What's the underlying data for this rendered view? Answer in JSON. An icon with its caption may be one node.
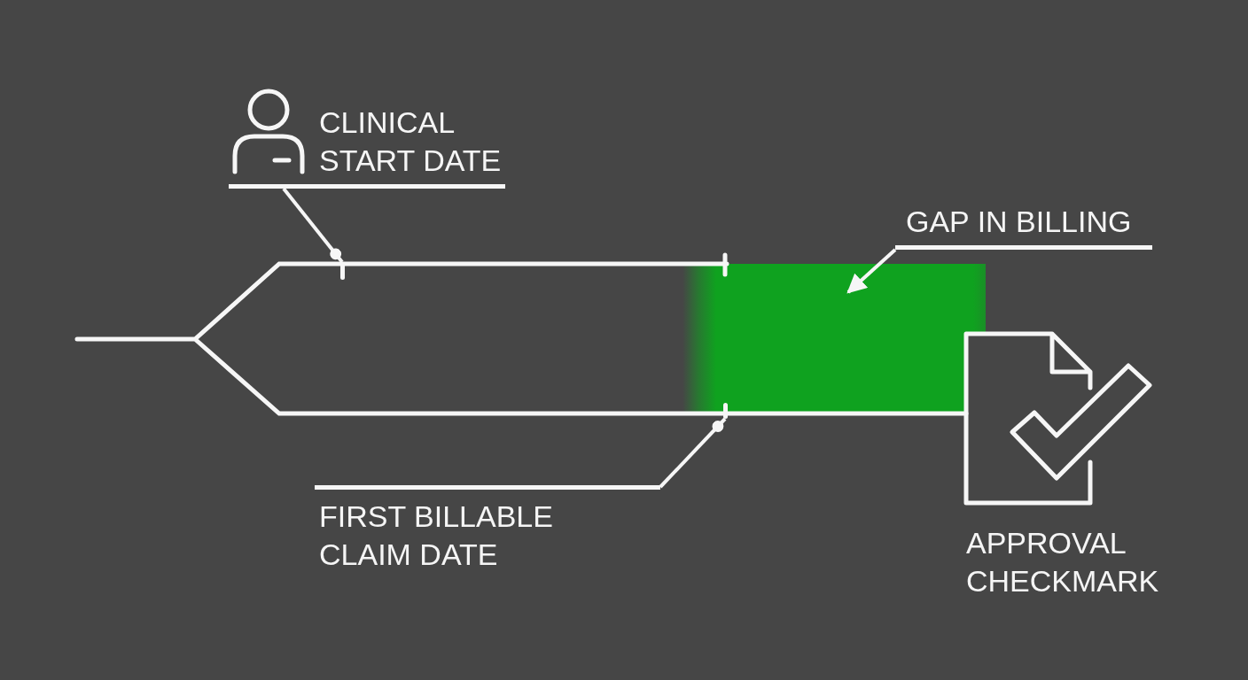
{
  "diagram": {
    "nodes": [
      {
        "text": [
          "CLINICAL START DATE"
        ]
      },
      {
        "text": [],
        "shape": "bar"
      },
      {
        "text": [
          "GAP IN BILLING"
        ]
      },
      {
        "text": [],
        "shape": "box"
      },
      {
        "text": [],
        "shape": "bar"
      },
      {
        "text": [
          "FIRST BILLABLE CLAIM DATE"
        ]
      }
    ],
    "edges": [
      {
        "from": 0,
        "to": 1,
        "arrow": "other"
      },
      {
        "from": 2,
        "to": 3,
        "arrow": "to"
      },
      {
        "from": 5,
        "to": 4,
        "arrow": "other"
      }
    ],
    "labels": [
      "APPROVAL CHECKMARK"
    ]
  }
}
